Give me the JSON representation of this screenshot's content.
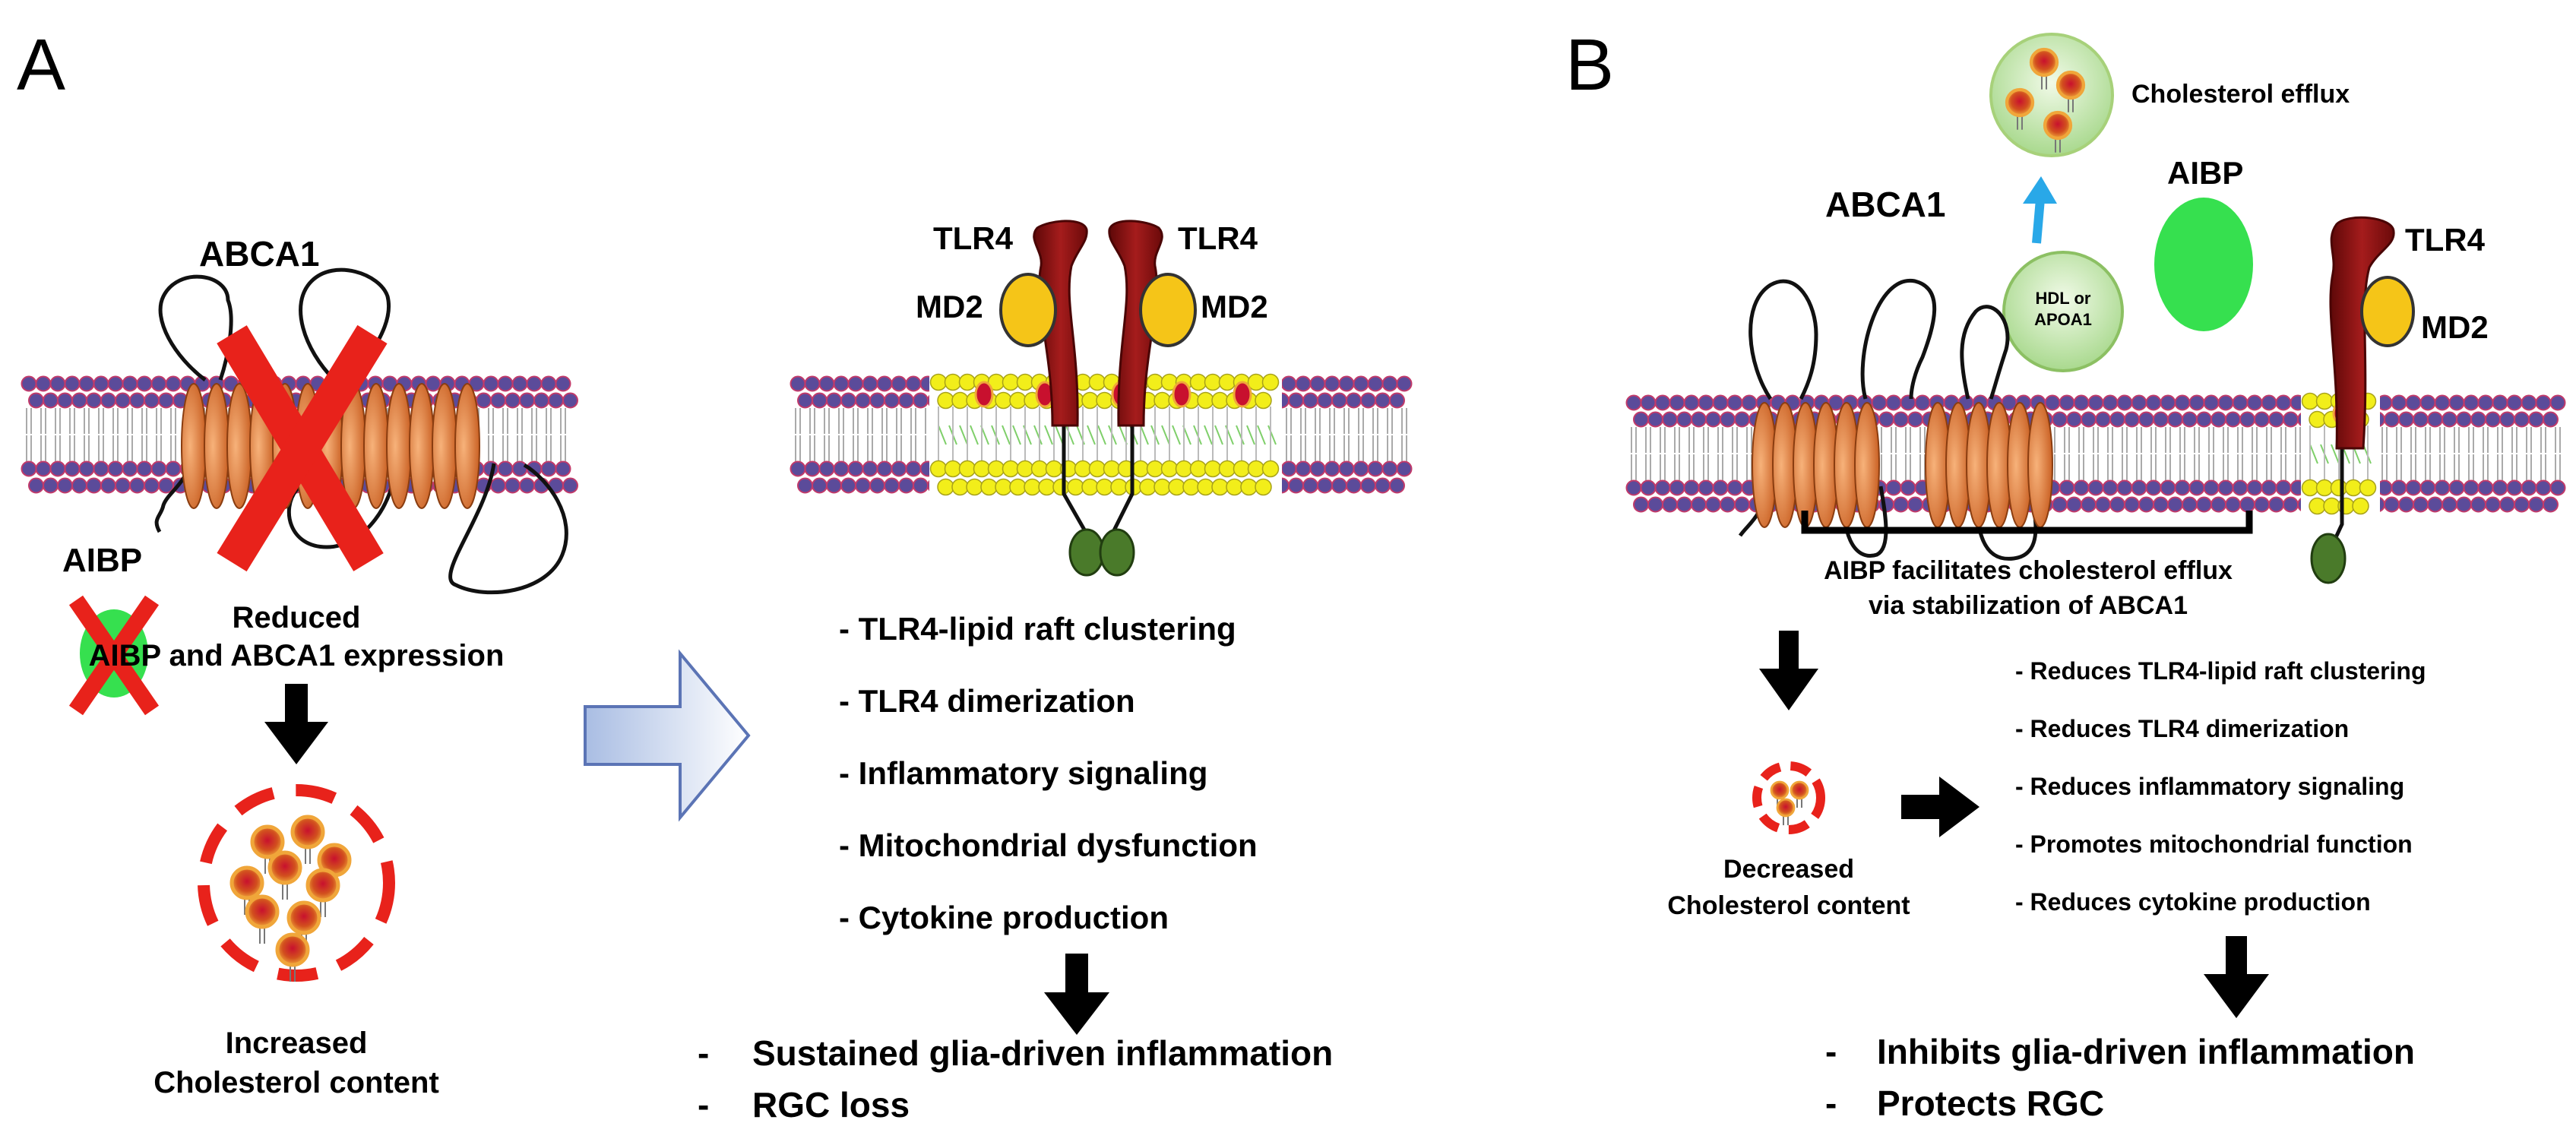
{
  "panel_a": {
    "label": "A",
    "abca1": "ABCA1",
    "aibp": "AIBP",
    "reduced_1": "Reduced",
    "reduced_2": "AIBP and ABCA1 expression",
    "increased_1": "Increased",
    "increased_2": "Cholesterol content",
    "tlr4_left": "TLR4",
    "tlr4_right": "TLR4",
    "md2_left": "MD2",
    "md2_right": "MD2",
    "effects": [
      "- TLR4-lipid raft clustering",
      "- TLR4 dimerization",
      "- Inflammatory signaling",
      "- Mitochondrial dysfunction",
      "- Cytokine production"
    ],
    "outcomes": [
      {
        "dash": "-",
        "text": "Sustained glia-driven inflammation"
      },
      {
        "dash": "-",
        "text": "RGC loss"
      }
    ]
  },
  "panel_b": {
    "label": "B",
    "cholesterol_efflux": "Cholesterol efflux",
    "abca1": "ABCA1",
    "aibp": "AIBP",
    "hdl_1": "HDL or",
    "hdl_2": "APOA1",
    "tlr4": "TLR4",
    "md2": "MD2",
    "facilitates_1": "AIBP facilitates cholesterol efflux",
    "facilitates_2": "via stabilization of ABCA1",
    "decreased_1": "Decreased",
    "decreased_2": "Cholesterol  content",
    "effects": [
      "- Reduces TLR4-lipid raft clustering",
      "- Reduces TLR4 dimerization",
      "- Reduces inflammatory signaling",
      "- Promotes mitochondrial function",
      "- Reduces cytokine production"
    ],
    "outcomes": [
      {
        "dash": "-",
        "text": "Inhibits glia-driven inflammation"
      },
      {
        "dash": "-",
        "text": "Protects RGC"
      }
    ]
  },
  "colors": {
    "lipid_head": "#5b4b9a",
    "lipid_head_edge": "#c23a6a",
    "transporter": "#e07b39",
    "tlr4": "#8b1414",
    "md2": "#f5c518",
    "raft_lipid": "#f2ee1a",
    "cross": "#e8221b",
    "aibp": "#36e04f",
    "hdl": "#c9e8b0",
    "efflux_arrow": "#29a8e8"
  }
}
